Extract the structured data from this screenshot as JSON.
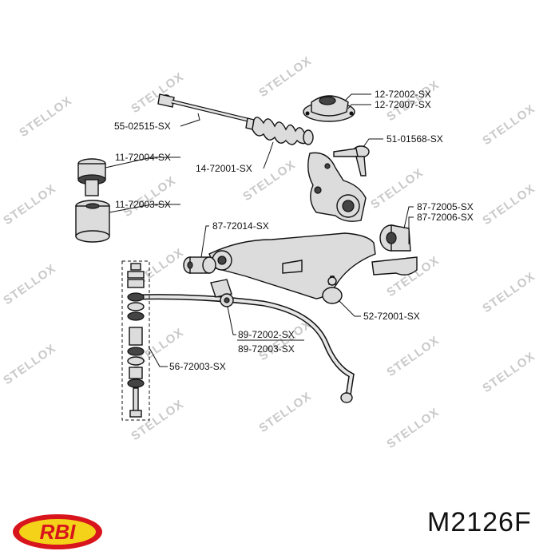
{
  "watermark": "STELLOX",
  "brand": {
    "logo_text": "RBI",
    "colors": {
      "red": "#d8141c",
      "yellow": "#f4d21a"
    }
  },
  "product_code": "M2126F",
  "labels": {
    "l12_72002": "12-72002-SX",
    "l12_72007": "12-72007-SX",
    "l55_02515": "55-02515-SX",
    "l51_01568": "51-01568-SX",
    "l11_72004": "11-72004-SX",
    "l14_72001": "14-72001-SX",
    "l11_72003": "11-72003-SX",
    "l87_72005": "87-72005-SX",
    "l87_72006": "87-72006-SX",
    "l87_72014": "87-72014-SX",
    "l52_72001": "52-72001-SX",
    "l89_72002": "89-72002-SX",
    "l89_72003": "89-72003-SX",
    "l56_72003": "56-72003-SX"
  }
}
